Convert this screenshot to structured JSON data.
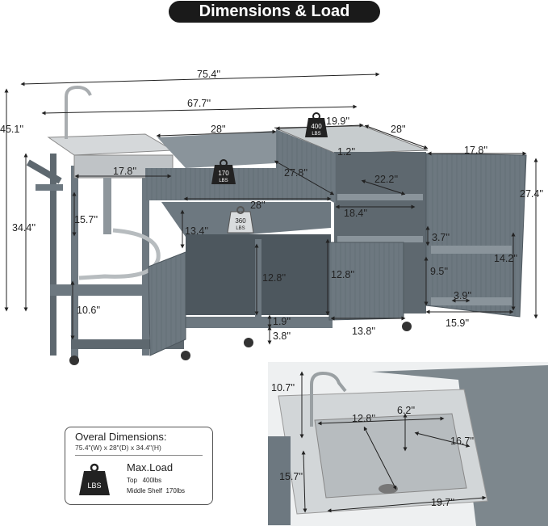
{
  "title": "Dimensions & Load",
  "dimensions": {
    "overall_width": "75.4''",
    "inner_width": "67.7''",
    "total_height": "45.1''",
    "counter_height": "34.4''",
    "center_depth": "28''",
    "right_depth": "28''",
    "right_top_width": "19.9''",
    "door_width": "17.8''",
    "sink_width": "17.8''",
    "center_diag": "27.8''",
    "center_shelf_width": "28''",
    "cab_diag": "22.2''",
    "gap_top": "1.2''",
    "cab_inner_width": "18.4''",
    "door_height": "27.4''",
    "sink_left_height": "15.7''",
    "mid_gap": "13.4''",
    "lower_height": "12.8''",
    "right_lower_height": "12.8''",
    "shelf_3": "3.7''",
    "door_shelf_height": "14.2''",
    "inner_shelf": "9.5''",
    "left_bottom": "10.6''",
    "shelf_depth": "3.9''",
    "floor_gap": "1.9''",
    "wheel_height": "3.8''",
    "lower_cab_width": "13.8''",
    "door_lower_width": "15.9''"
  },
  "badges": {
    "top_load_num": "400",
    "top_load_unit": "LBS",
    "mid_load_num": "170",
    "mid_load_unit": "LBS",
    "low_load_num": "360",
    "low_load_unit": "LBS"
  },
  "sink_detail": {
    "faucet_height": "10.7''",
    "basin_width": "12.8''",
    "basin_depth": "6.2''",
    "basin_length": "16.7''",
    "side_height": "15.7''",
    "total_width": "19.7''"
  },
  "legend": {
    "header": "Overal Dimensions:",
    "size_line": "75.4\"(W) x 28\"(D) x 34.4\"(H)",
    "icon_text": "LBS",
    "max_load": "Max.Load",
    "top_line": "Top   400lbs",
    "middle_line": "Middle Shelf  170lbs"
  },
  "colors": {
    "wood": "#6d7880",
    "wood_light": "#8a949b",
    "wood_dark": "#4d575e",
    "steel": "#c9cdd0",
    "pill": "#1a1a1a"
  }
}
